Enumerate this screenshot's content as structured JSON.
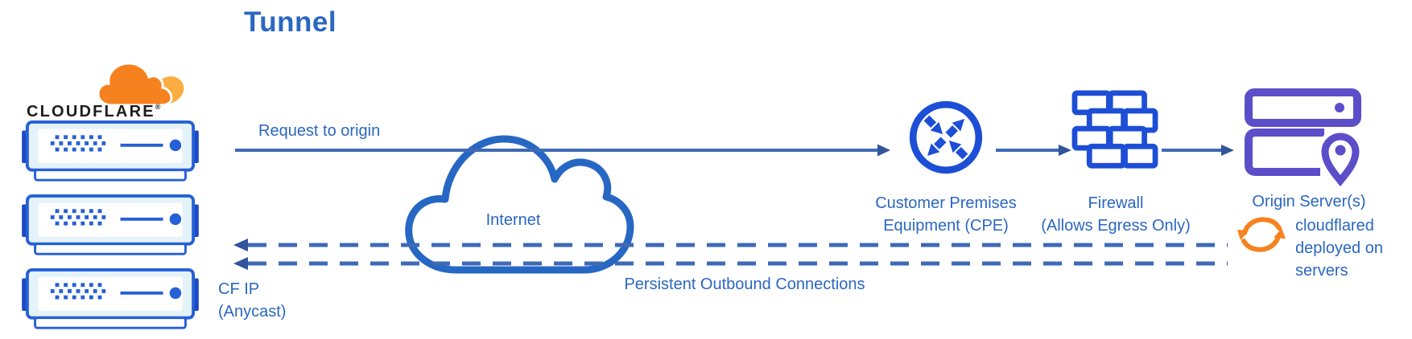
{
  "title": "Tunnel",
  "brand": {
    "wordmark": "CLOUDFLARE",
    "registered": "®"
  },
  "nodes": {
    "cloudflare_edge": {
      "caption_line1": "CF IP",
      "caption_line2": "(Anycast)",
      "server_count": 3
    },
    "internet": {
      "label": "Internet"
    },
    "cpe": {
      "label_line1": "Customer Premises",
      "label_line2": "Equipment (CPE)"
    },
    "firewall": {
      "label_line1": "Firewall",
      "label_line2": "(Allows Egress Only)"
    },
    "origin": {
      "label": "Origin Server(s)"
    },
    "cloudflared": {
      "label_line1": "cloudflared",
      "label_line2": "deployed on",
      "label_line3": "servers"
    }
  },
  "flows": {
    "request": {
      "label": "Request to origin"
    },
    "persistent": {
      "label": "Persistent Outbound Connections"
    }
  },
  "icons": {
    "brand": "cloudflare-cloud-logo",
    "edge": "rack-server-icon",
    "internet": "cloud-outline-icon",
    "cpe": "router-arrows-icon",
    "firewall": "brick-wall-icon",
    "origin": "server-location-pin-icon",
    "cloudflared": "sync-arrows-icon"
  },
  "colors": {
    "text_blue": "#2A67C1",
    "line_blue": "#3E6AB6",
    "arrow_head": "#31549B",
    "cloud_blue": "#2767C4",
    "icon_blue": "#1D4ED6",
    "server_blue": "#2560D6",
    "server_dark": "#1C4AC2",
    "server_fill": "#E4F2F9",
    "purple": "#5C4EC9",
    "orange": "#F6821F",
    "orange_light": "#FBAD41",
    "logo_black": "#1D1D1D"
  }
}
